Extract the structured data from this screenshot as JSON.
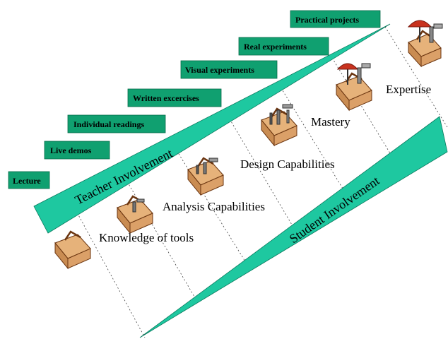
{
  "teaching_methods": [
    "Lecture",
    "Live demos",
    "Individual readings",
    "Written excercises",
    "Visual experiments",
    "Real experiments",
    "Practical projects"
  ],
  "capability_levels": [
    "Knowledge of tools",
    "Analysis Capabilities",
    "Design Capabilities",
    "Mastery",
    "Expertise"
  ],
  "bands": {
    "teacher": "Teacher Involvement",
    "student": "Student Involvement"
  },
  "colors": {
    "band_fill": "#1ec8a0",
    "box_fill": "#10a070",
    "toolbox_wood": "#e6b27a",
    "toolbox_dark": "#8a4a1c",
    "umbrella": "#c8321e"
  },
  "icons": [
    "toolbox-icon",
    "toolbox-with-tools-icon",
    "toolbox-with-umbrella-icon"
  ]
}
